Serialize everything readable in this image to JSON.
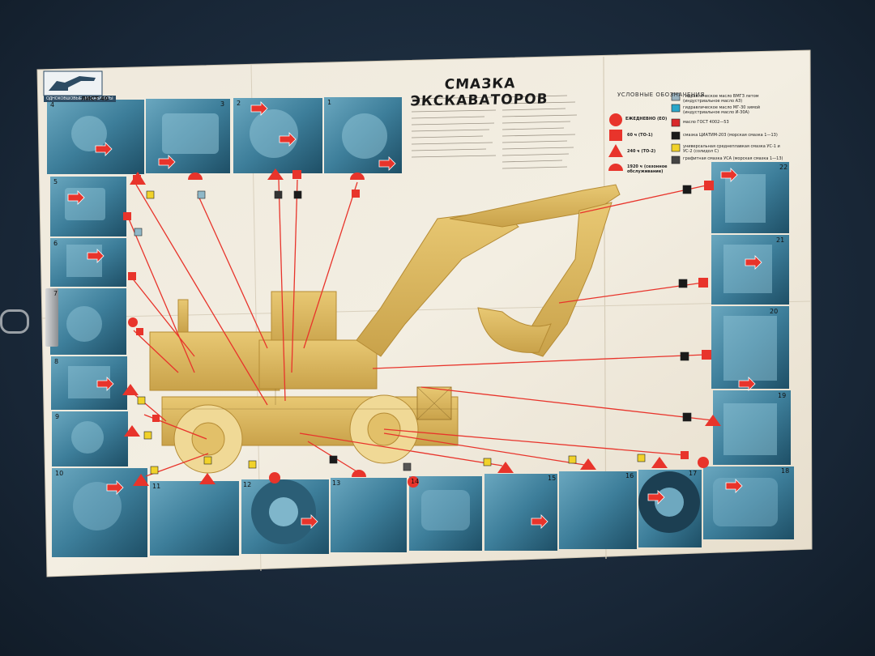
{
  "poster": {
    "title": "СМАЗКА ЭКСКАВАТОРОВ",
    "series": "ОДНОКОВШОВЫЕ ЭКСКАВАТОРЫ",
    "sheet": "ЛИСТ 40",
    "legend_title": "УСЛОВНЫЕ ОБОЗНАЧЕНИЯ",
    "legend_periods": [
      "ЕЖЕДНЕВНО (ЕО)",
      "60 ч (ТО-1)",
      "240 ч (ТО-2)",
      "1920 ч (сезонное обслуживание)"
    ],
    "legend_lubricants": [
      "гидравлическое масло ВМГЗ летом (индустриальное масло АЗ)",
      "гидравлическое масло МГ-30 зимой (индустриальное масло И-30А)",
      "масло ГОСТ 4002—53",
      "смазка ЦИАТИМ-203 (морская смазка 1—13)",
      "универсальная среднеплавкая смазка УС-1 и УС-2 (солидол С)",
      "графитная смазка УСА (морская смазка 1—13)"
    ],
    "panel_numbers": [
      "4",
      "3",
      "2",
      "1",
      "5",
      "6",
      "7",
      "8",
      "9",
      "10",
      "11",
      "12",
      "13",
      "14",
      "15",
      "16",
      "17",
      "18",
      "19",
      "20",
      "21",
      "22"
    ]
  }
}
